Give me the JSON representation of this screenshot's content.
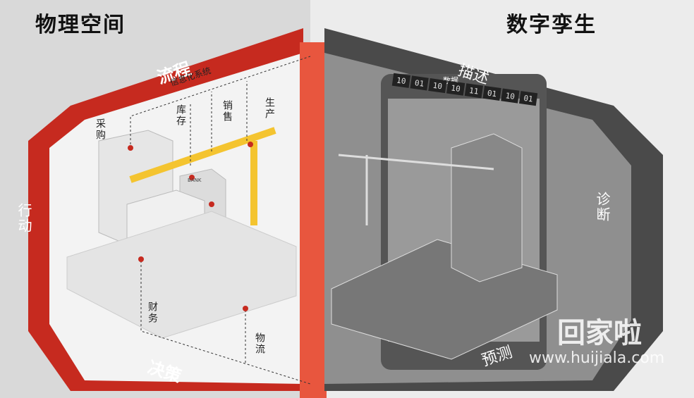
{
  "header": {
    "left_title": "物理空间",
    "right_title": "数字孪生"
  },
  "physical": {
    "cycle": {
      "process": "流程",
      "action": "行动",
      "decision": "决策"
    },
    "info_system": "信息化系统",
    "nodes": {
      "procurement": "采购",
      "inventory": "库存",
      "sales": "销售",
      "production": "生产",
      "finance": "财务",
      "logistics": "物流"
    },
    "bank_sign": "BANK"
  },
  "digital": {
    "cycle": {
      "describe": "描述",
      "diagnose": "诊断",
      "predict": "预测"
    },
    "data_label": "数据",
    "bits": [
      "10",
      "01",
      "10",
      "10",
      "11",
      "01",
      "10",
      "01"
    ]
  },
  "watermark": {
    "brand": "回家啦",
    "url": "www.huijiala.com"
  },
  "colors": {
    "accent_red": "#e8402a",
    "dark_red": "#b3261e",
    "dark_grey": "#4a4a4a"
  }
}
